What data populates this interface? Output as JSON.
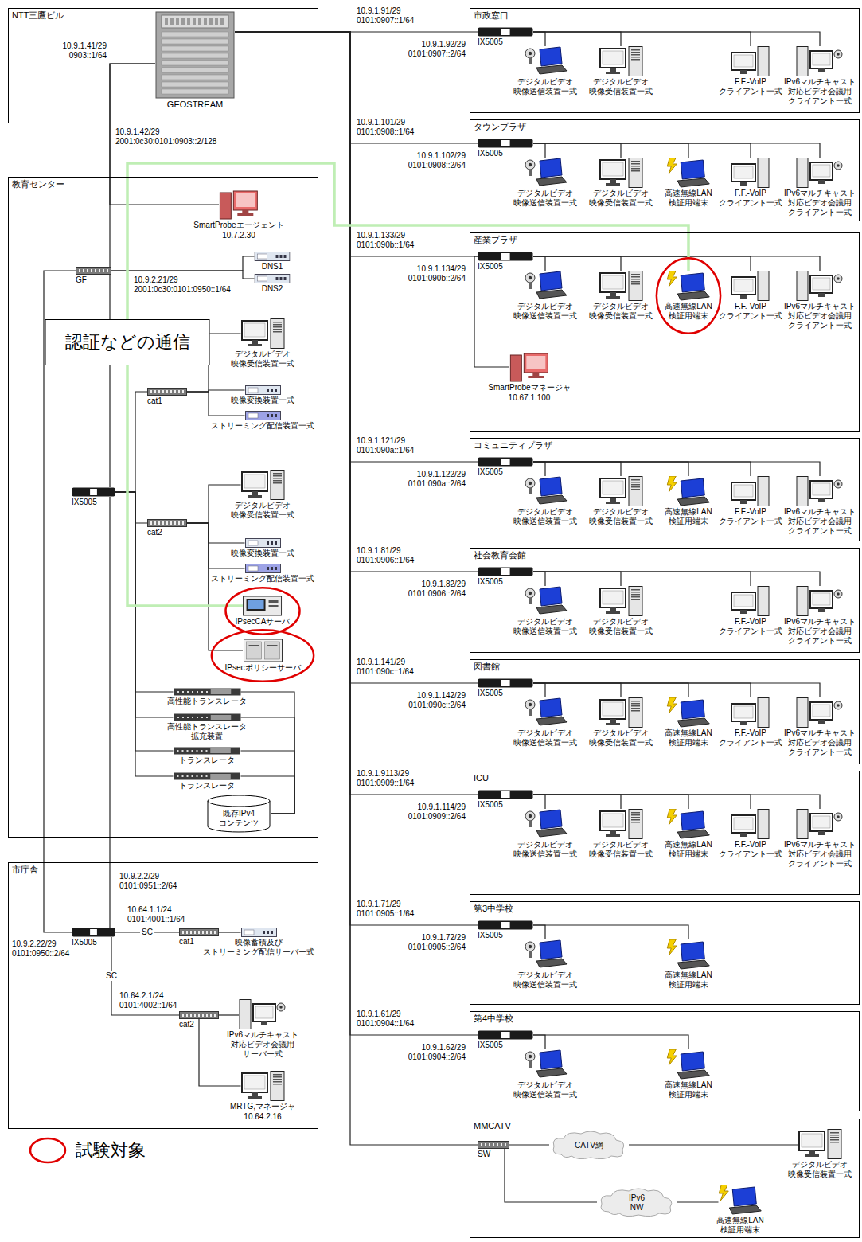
{
  "diagram": {
    "nodes": [
      {
        "text": [
          "NTT三鷹ビル"
        ]
      },
      {
        "text": [
          "GEOSTREAM"
        ],
        "in": 0
      },
      {
        "text": [
          "教育センター"
        ]
      },
      {
        "text": [
          "SmartProbeエージェント",
          "10.7.2.30"
        ],
        "in": 2
      },
      {
        "text": [
          "GF"
        ],
        "in": 2
      },
      {
        "text": [
          "DNS1"
        ],
        "in": 2
      },
      {
        "text": [
          "DNS2"
        ],
        "in": 2
      },
      {
        "text": [
          "デジタルビデオ 映像受信装置一式"
        ],
        "in": 2
      },
      {
        "text": [
          "cat1"
        ],
        "in": 2
      },
      {
        "text": [
          "映像変換装置一式"
        ],
        "in": 2
      },
      {
        "text": [
          "ストリーミング配信装置一式"
        ],
        "in": 2
      },
      {
        "text": [
          "IX5005"
        ],
        "in": 2
      },
      {
        "text": [
          "cat2"
        ],
        "in": 2
      },
      {
        "text": [
          "デジタルビデオ 映像受信装置一式"
        ],
        "in": 2
      },
      {
        "text": [
          "映像変換装置一式"
        ],
        "in": 2
      },
      {
        "text": [
          "ストリーミング配信装置一式"
        ],
        "in": 2
      },
      {
        "text": [
          "IPsecCAサーバ"
        ],
        "in": 2
      },
      {
        "text": [
          "IPsecポリシーサーバ"
        ],
        "in": 2
      },
      {
        "text": [
          "高性能トランスレータ"
        ],
        "in": 2
      },
      {
        "text": [
          "高性能トランスレータ 拡充装置"
        ],
        "in": 2
      },
      {
        "text": [
          "トランスレータ"
        ],
        "in": 2
      },
      {
        "text": [
          "トランスレータ"
        ],
        "in": 2
      },
      {
        "text": [
          "既存IPv4 コンテンツ"
        ],
        "in": 2
      },
      {
        "text": [
          "市庁舎"
        ]
      },
      {
        "text": [
          "IX5005"
        ],
        "in": 23
      },
      {
        "text": [
          "cat1"
        ],
        "in": 23
      },
      {
        "text": [
          "映像蓄積及び ストリーミング配信サーバー式"
        ],
        "in": 23
      },
      {
        "text": [
          "cat2"
        ],
        "in": 23
      },
      {
        "text": [
          "IPv6マルチキャスト 対応ビデオ会議用 サーバー式"
        ],
        "in": 23
      },
      {
        "text": [
          "MRTG,マネージャ",
          "10.64.2.16"
        ],
        "in": 23
      },
      {
        "text": [
          "市政窓口"
        ]
      },
      {
        "text": [
          "IX5005"
        ],
        "in": 30
      },
      {
        "text": [
          "デジタルビデオ 映像送信装置一式"
        ],
        "in": 30
      },
      {
        "text": [
          "デジタルビデオ 映像受信装置一式"
        ],
        "in": 30
      },
      {
        "text": [
          "F.F.-VoIP クライアント一式"
        ],
        "in": 30
      },
      {
        "text": [
          "IPv6マルチキャスト 対応ビデオ会議用 クライアント一式"
        ],
        "in": 30
      },
      {
        "text": [
          "タウンプラザ"
        ]
      },
      {
        "text": [
          "IX5005"
        ],
        "in": 36
      },
      {
        "text": [
          "デジタルビデオ 映像送信装置一式"
        ],
        "in": 36
      },
      {
        "text": [
          "デジタルビデオ 映像受信装置一式"
        ],
        "in": 36
      },
      {
        "text": [
          "高速無線LAN 検証用端末"
        ],
        "in": 36
      },
      {
        "text": [
          "F.F.-VoIP クライアント一式"
        ],
        "in": 36
      },
      {
        "text": [
          "IPv6マルチキャスト 対応ビデオ会議用 クライアント一式"
        ],
        "in": 36
      },
      {
        "text": [
          "産業プラザ"
        ]
      },
      {
        "text": [
          "IX5005"
        ],
        "in": 43
      },
      {
        "text": [
          "デジタルビデオ 映像送信装置一式"
        ],
        "in": 43
      },
      {
        "text": [
          "デジタルビデオ 映像受信装置一式"
        ],
        "in": 43
      },
      {
        "text": [
          "高速無線LAN 検証用端末"
        ],
        "in": 43
      },
      {
        "text": [
          "F.F.-VoIP クライアント一式"
        ],
        "in": 43
      },
      {
        "text": [
          "IPv6マルチキャスト 対応ビデオ会議用 クライアント一式"
        ],
        "in": 43
      },
      {
        "text": [
          "SmartProbeマネージャ",
          "10.67.1.100"
        ],
        "in": 43
      },
      {
        "text": [
          "コミュニティプラザ"
        ]
      },
      {
        "text": [
          "IX5005"
        ],
        "in": 51
      },
      {
        "text": [
          "デジタルビデオ 映像送信装置一式"
        ],
        "in": 51
      },
      {
        "text": [
          "デジタルビデオ 映像受信装置一式"
        ],
        "in": 51
      },
      {
        "text": [
          "高速無線LAN 検証用端末"
        ],
        "in": 51
      },
      {
        "text": [
          "F.F.-VoIP クライアント一式"
        ],
        "in": 51
      },
      {
        "text": [
          "IPv6マルチキャスト 対応ビデオ会議用 クライアント一式"
        ],
        "in": 51
      },
      {
        "text": [
          "社会教育会館"
        ]
      },
      {
        "text": [
          "IX5005"
        ],
        "in": 58
      },
      {
        "text": [
          "デジタルビデオ 映像送信装置一式"
        ],
        "in": 58
      },
      {
        "text": [
          "デジタルビデオ 映像受信装置一式"
        ],
        "in": 58
      },
      {
        "text": [
          "F.F.-VoIP クライアント一式"
        ],
        "in": 58
      },
      {
        "text": [
          "IPv6マルチキャスト 対応ビデオ会議用 クライアント一式"
        ],
        "in": 58
      },
      {
        "text": [
          "図書館"
        ]
      },
      {
        "text": [
          "IX5005"
        ],
        "in": 64
      },
      {
        "text": [
          "デジタルビデオ 映像送信装置一式"
        ],
        "in": 64
      },
      {
        "text": [
          "デジタルビデオ 映像受信装置一式"
        ],
        "in": 64
      },
      {
        "text": [
          "高速無線LAN 検証用端末"
        ],
        "in": 64
      },
      {
        "text": [
          "F.F.-VoIP クライアント一式"
        ],
        "in": 64
      },
      {
        "text": [
          "IPv6マルチキャスト 対応ビデオ会議用 クライアント一式"
        ],
        "in": 64
      },
      {
        "text": [
          "ICU"
        ]
      },
      {
        "text": [
          "IX5005"
        ],
        "in": 71
      },
      {
        "text": [
          "デジタルビデオ 映像送信装置一式"
        ],
        "in": 71
      },
      {
        "text": [
          "デジタルビデオ 映像受信装置一式"
        ],
        "in": 71
      },
      {
        "text": [
          "高速無線LAN 検証用端末"
        ],
        "in": 71
      },
      {
        "text": [
          "F.F.-VoIP クライアント一式"
        ],
        "in": 71
      },
      {
        "text": [
          "IPv6マルチキャスト 対応ビデオ会議用 クライアント一式"
        ],
        "in": 71
      },
      {
        "text": [
          "第3中学校"
        ]
      },
      {
        "text": [
          "IX5005"
        ],
        "in": 78
      },
      {
        "text": [
          "デジタルビデオ 映像送信装置一式"
        ],
        "in": 78
      },
      {
        "text": [
          "高速無線LAN 検証用端末"
        ],
        "in": 78
      },
      {
        "text": [
          "第4中学校"
        ]
      },
      {
        "text": [
          "IX5005"
        ],
        "in": 82
      },
      {
        "text": [
          "デジタルビデオ 映像送信装置一式"
        ],
        "in": 82
      },
      {
        "text": [
          "高速無線LAN 検証用端末"
        ],
        "in": 82
      },
      {
        "text": [
          "MMCATV"
        ]
      },
      {
        "text": [
          "SW"
        ],
        "in": 86
      },
      {
        "text": [
          "CATV網"
        ],
        "in": 86
      },
      {
        "text": [
          "IPv6 NW"
        ],
        "in": 86
      },
      {
        "text": [
          "高速無線LAN 検証用端末"
        ],
        "in": 86
      },
      {
        "text": [
          "デジタルビデオ 映像受信装置一式"
        ],
        "in": 86
      }
    ],
    "edges": [
      {
        "from": 1,
        "to": 4,
        "arrow": "none"
      },
      {
        "from": 1,
        "to": 3,
        "arrow": "none"
      },
      {
        "from": 4,
        "to": 5,
        "arrow": "none"
      },
      {
        "from": 4,
        "to": 6,
        "arrow": "none"
      },
      {
        "from": 4,
        "to": 11,
        "arrow": "none"
      },
      {
        "from": 4,
        "to": 24,
        "arrow": "none"
      },
      {
        "from": 11,
        "to": 24,
        "arrow": "none"
      },
      {
        "from": 11,
        "to": 8,
        "arrow": "none"
      },
      {
        "from": 11,
        "to": 12,
        "arrow": "none"
      },
      {
        "from": 8,
        "to": 7,
        "arrow": "none"
      },
      {
        "from": 8,
        "to": 9,
        "arrow": "none"
      },
      {
        "from": 8,
        "to": 10,
        "arrow": "none"
      },
      {
        "from": 12,
        "to": 13,
        "arrow": "none"
      },
      {
        "from": 12,
        "to": 14,
        "arrow": "none"
      },
      {
        "from": 12,
        "to": 15,
        "arrow": "none"
      },
      {
        "from": 12,
        "to": 16,
        "arrow": "none"
      },
      {
        "from": 12,
        "to": 17,
        "arrow": "none"
      },
      {
        "from": 11,
        "to": 18,
        "arrow": "none"
      },
      {
        "from": 11,
        "to": 19,
        "arrow": "none"
      },
      {
        "from": 11,
        "to": 20,
        "arrow": "none"
      },
      {
        "from": 11,
        "to": 21,
        "arrow": "none"
      },
      {
        "from": 18,
        "to": 22,
        "arrow": "none"
      },
      {
        "from": 19,
        "to": 22,
        "arrow": "none"
      },
      {
        "from": 20,
        "to": 22,
        "arrow": "none"
      },
      {
        "from": 21,
        "to": 22,
        "arrow": "none"
      },
      {
        "from": 24,
        "to": 25,
        "label": "SC",
        "arrow": "none"
      },
      {
        "from": 25,
        "to": 26,
        "arrow": "none"
      },
      {
        "from": 24,
        "to": 27,
        "label": "SC",
        "arrow": "none"
      },
      {
        "from": 27,
        "to": 28,
        "arrow": "none"
      },
      {
        "from": 27,
        "to": 29,
        "arrow": "none"
      },
      {
        "from": 1,
        "to": 31,
        "arrow": "none"
      },
      {
        "from": 1,
        "to": 37,
        "arrow": "none"
      },
      {
        "from": 1,
        "to": 44,
        "arrow": "none"
      },
      {
        "from": 1,
        "to": 52,
        "arrow": "none"
      },
      {
        "from": 1,
        "to": 59,
        "arrow": "none"
      },
      {
        "from": 1,
        "to": 65,
        "arrow": "none"
      },
      {
        "from": 1,
        "to": 72,
        "arrow": "none"
      },
      {
        "from": 1,
        "to": 79,
        "arrow": "none"
      },
      {
        "from": 1,
        "to": 83,
        "arrow": "none"
      },
      {
        "from": 1,
        "to": 87,
        "arrow": "none"
      },
      {
        "from": 31,
        "to": 32,
        "arrow": "none"
      },
      {
        "from": 31,
        "to": 33,
        "arrow": "none"
      },
      {
        "from": 31,
        "to": 34,
        "arrow": "none"
      },
      {
        "from": 31,
        "to": 35,
        "arrow": "none"
      },
      {
        "from": 37,
        "to": 38,
        "arrow": "none"
      },
      {
        "from": 37,
        "to": 39,
        "arrow": "none"
      },
      {
        "from": 37,
        "to": 40,
        "arrow": "none"
      },
      {
        "from": 37,
        "to": 41,
        "arrow": "none"
      },
      {
        "from": 37,
        "to": 42,
        "arrow": "none"
      },
      {
        "from": 44,
        "to": 45,
        "arrow": "none"
      },
      {
        "from": 44,
        "to": 46,
        "arrow": "none"
      },
      {
        "from": 44,
        "to": 47,
        "arrow": "none"
      },
      {
        "from": 44,
        "to": 48,
        "arrow": "none"
      },
      {
        "from": 44,
        "to": 49,
        "arrow": "none"
      },
      {
        "from": 44,
        "to": 50,
        "arrow": "none"
      },
      {
        "from": 52,
        "to": 53,
        "arrow": "none"
      },
      {
        "from": 52,
        "to": 54,
        "arrow": "none"
      },
      {
        "from": 52,
        "to": 55,
        "arrow": "none"
      },
      {
        "from": 52,
        "to": 56,
        "arrow": "none"
      },
      {
        "from": 52,
        "to": 57,
        "arrow": "none"
      },
      {
        "from": 59,
        "to": 60,
        "arrow": "none"
      },
      {
        "from": 59,
        "to": 61,
        "arrow": "none"
      },
      {
        "from": 59,
        "to": 62,
        "arrow": "none"
      },
      {
        "from": 59,
        "to": 63,
        "arrow": "none"
      },
      {
        "from": 65,
        "to": 66,
        "arrow": "none"
      },
      {
        "from": 65,
        "to": 67,
        "arrow": "none"
      },
      {
        "from": 65,
        "to": 68,
        "arrow": "none"
      },
      {
        "from": 65,
        "to": 69,
        "arrow": "none"
      },
      {
        "from": 65,
        "to": 70,
        "arrow": "none"
      },
      {
        "from": 72,
        "to": 73,
        "arrow": "none"
      },
      {
        "from": 72,
        "to": 74,
        "arrow": "none"
      },
      {
        "from": 72,
        "to": 75,
        "arrow": "none"
      },
      {
        "from": 72,
        "to": 76,
        "arrow": "none"
      },
      {
        "from": 72,
        "to": 77,
        "arrow": "none"
      },
      {
        "from": 79,
        "to": 80,
        "arrow": "none"
      },
      {
        "from": 79,
        "to": 81,
        "arrow": "none"
      },
      {
        "from": 83,
        "to": 84,
        "arrow": "none"
      },
      {
        "from": 83,
        "to": 85,
        "arrow": "none"
      },
      {
        "from": 87,
        "to": 88,
        "arrow": "none"
      },
      {
        "from": 88,
        "to": 91,
        "arrow": "none"
      },
      {
        "from": 87,
        "to": 89,
        "arrow": "none"
      },
      {
        "from": 89,
        "to": 90,
        "arrow": "none"
      },
      {
        "from": 47,
        "to": 16,
        "label": "認証などの通信",
        "arrow": "none"
      }
    ],
    "labels": [
      "10.9.1.41/29",
      "0903::1/64",
      "10.9.1.42/29",
      "2001:0c30:0101:0903::2/128",
      "10.9.2.21/29",
      "2001:0c30:0101:0950::1/64",
      "10.9.2.2/29",
      "0101:0951::2/64",
      "10.9.2.22/29",
      "0101:0950::2/64",
      "10.64.1.1/24",
      "0101:4001::1/64",
      "10.64.2.1/24",
      "0101:4002::1/64",
      "10.9.1.91/29",
      "0101:0907::1/64",
      "10.9.1.92/29",
      "0101:0907::2/64",
      "10.9.1.101/29",
      "0101:0908::1/64",
      "10.9.1.102/29",
      "0101:0908::2/64",
      "10.9.1.133/29",
      "0101:090b::1/64",
      "10.9.1.134/29",
      "0101:090b::2/64",
      "10.9.1.121/29",
      "0101:090a::1/64",
      "10.9.1.122/29",
      "0101:090a::2/64",
      "10.9.1.81/29",
      "0101:0906::1/64",
      "10.9.1.82/29",
      "0101:0906::2/64",
      "10.9.1.141/29",
      "0101:090c::1/64",
      "10.9.1.142/29",
      "0101:090c::2/64",
      "10.9.1.9113/29",
      "0101:0909::1/64",
      "10.9.1.114/29",
      "0101:0909::2/64",
      "10.9.1.71/29",
      "0101:0905::1/64",
      "10.9.1.72/29",
      "0101:0905::2/64",
      "10.9.1.61/29",
      "0101:0904::1/64",
      "10.9.1.62/29",
      "0101:0904::2/64"
    ],
    "legend": [
      {
        "text": "試験対象"
      }
    ]
  }
}
